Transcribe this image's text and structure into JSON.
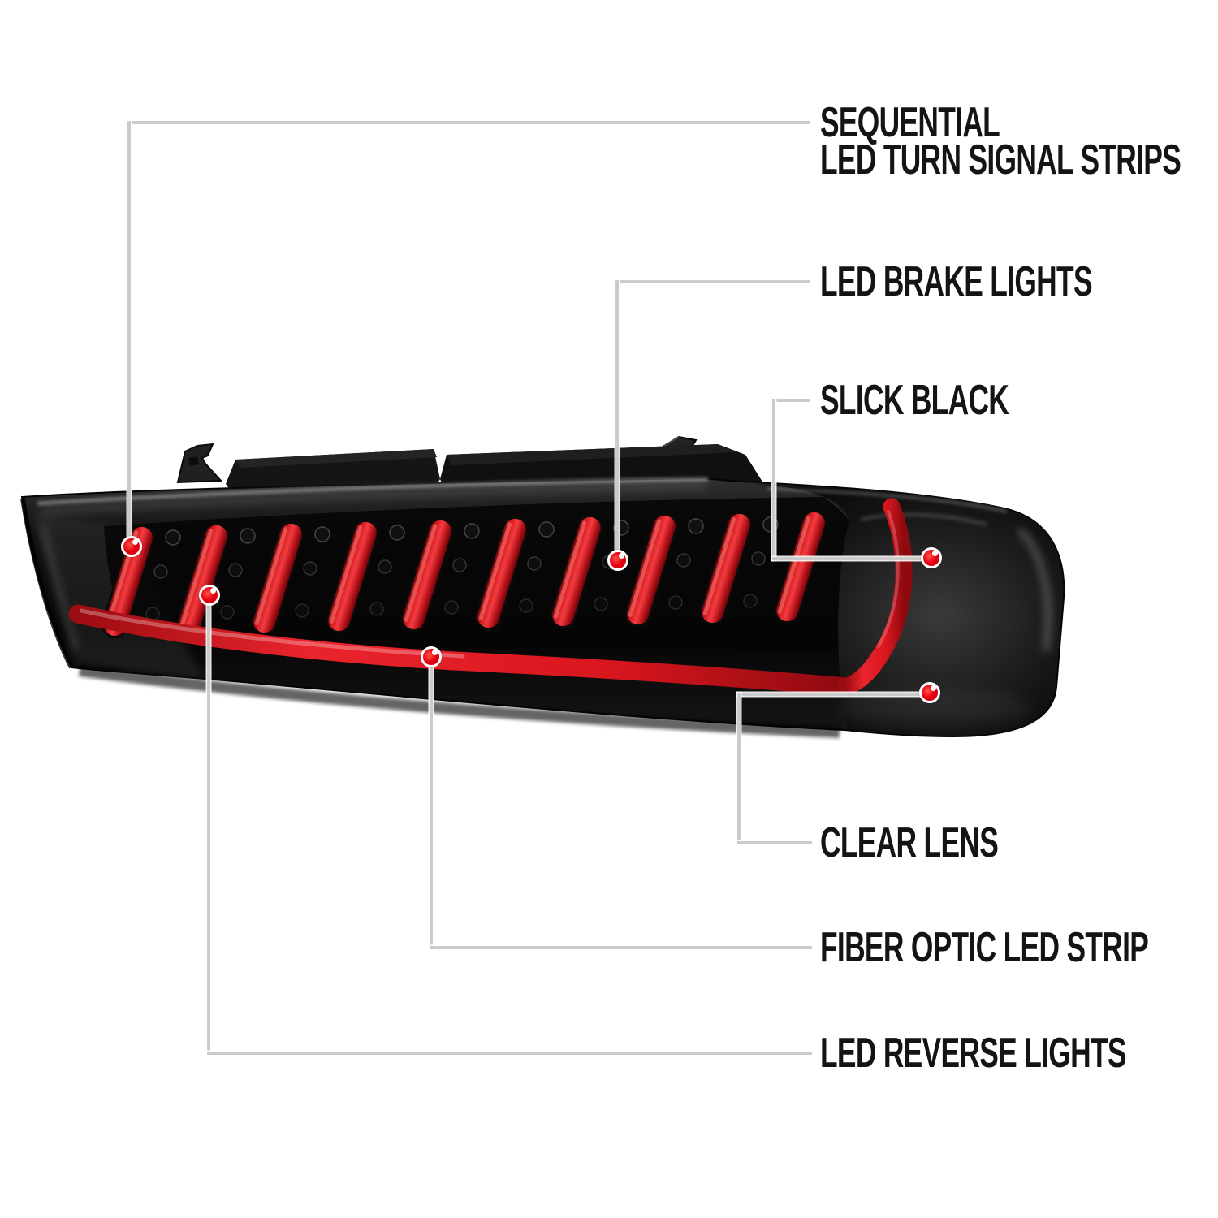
{
  "colors": {
    "background": "#ffffff",
    "label_text": "#141414",
    "connector_gray": "#cbcbcb",
    "marker_red": "#e60012",
    "housing_black": "#0b0b0b",
    "led_strip_red": "#e31b23"
  },
  "callouts": {
    "turn_signal": {
      "lines": [
        "SEQUENTIAL",
        "LED TURN SIGNAL STRIPS"
      ],
      "marker": "red-dot"
    },
    "brake": {
      "label": "LED BRAKE LIGHTS",
      "marker": "red-dot"
    },
    "slick_black": {
      "label": "SLICK BLACK",
      "marker": "red-dot"
    },
    "clear_lens": {
      "label": "CLEAR LENS",
      "marker": "red-dot"
    },
    "fiber_optic": {
      "label": "FIBER OPTIC LED STRIP",
      "marker": "red-dot"
    },
    "reverse": {
      "label": "LED REVERSE LIGHTS",
      "marker": "red-dot"
    }
  }
}
